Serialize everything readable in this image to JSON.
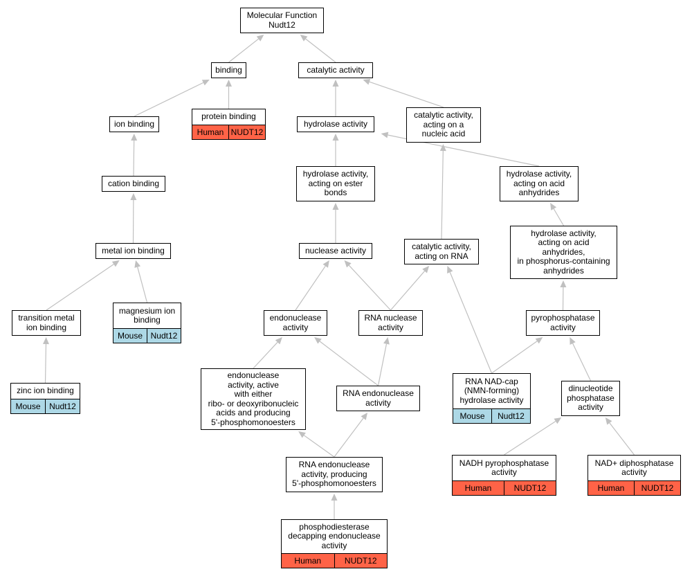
{
  "colors": {
    "human": "#ff6347",
    "mouse": "#add8e6",
    "edge": "#c0c0c0"
  },
  "nodes": {
    "root": {
      "label": "Molecular Function\nNudt12"
    },
    "binding": {
      "label": "binding"
    },
    "catalytic": {
      "label": "catalytic activity"
    },
    "ion_binding": {
      "label": "ion binding"
    },
    "protein_binding": {
      "label": "protein binding",
      "species": "Human",
      "gene": "NUDT12"
    },
    "hydrolase": {
      "label": "hydrolase activity"
    },
    "cat_nucleic": {
      "label": "catalytic activity,\nacting on a\nnucleic acid"
    },
    "cation_binding": {
      "label": "cation binding"
    },
    "hyd_ester": {
      "label": "hydrolase activity,\nacting on ester\nbonds"
    },
    "hyd_acid_anh": {
      "label": "hydrolase activity,\nacting on acid\nanhydrides"
    },
    "hyd_phos": {
      "label": "hydrolase activity,\nacting on acid\nanhydrides,\nin phosphorus-containing\nanhydrides"
    },
    "metal_ion": {
      "label": "metal ion binding"
    },
    "nuclease": {
      "label": "nuclease activity"
    },
    "cat_rna": {
      "label": "catalytic activity,\nacting on RNA"
    },
    "transition_metal": {
      "label": "transition metal\nion binding"
    },
    "magnesium": {
      "label": "magnesium ion\nbinding",
      "species": "Mouse",
      "gene": "Nudt12"
    },
    "endonuclease": {
      "label": "endonuclease\nactivity"
    },
    "rna_nuclease": {
      "label": "RNA nuclease\nactivity"
    },
    "pyrophosphatase": {
      "label": "pyrophosphatase\nactivity"
    },
    "zinc": {
      "label": "zinc ion binding",
      "species": "Mouse",
      "gene": "Nudt12"
    },
    "endo_either": {
      "label": "endonuclease\nactivity, active\nwith either\nribo- or deoxyribonucleic\nacids and producing\n5'-phosphomonoesters"
    },
    "rna_endo": {
      "label": "RNA endonuclease\nactivity"
    },
    "rna_nad_cap": {
      "label": "RNA NAD-cap\n(NMN-forming)\nhydrolase activity",
      "species": "Mouse",
      "gene": "Nudt12"
    },
    "dinucleotide": {
      "label": "dinucleotide\nphosphatase\nactivity"
    },
    "rna_endo_5p": {
      "label": "RNA endonuclease\nactivity, producing\n5'-phosphomonoesters"
    },
    "nadh_pyro": {
      "label": "NADH pyrophosphatase\nactivity",
      "species": "Human",
      "gene": "NUDT12"
    },
    "nad_diphos": {
      "label": "NAD+ diphosphatase\nactivity",
      "species": "Human",
      "gene": "NUDT12"
    },
    "pde_decap": {
      "label": "phosphodiesterase\ndecapping endonuclease\nactivity",
      "species": "Human",
      "gene": "NUDT12"
    }
  },
  "edges": [
    [
      "binding",
      "root"
    ],
    [
      "catalytic",
      "root"
    ],
    [
      "ion_binding",
      "binding"
    ],
    [
      "protein_binding",
      "binding"
    ],
    [
      "hydrolase",
      "catalytic"
    ],
    [
      "cat_nucleic",
      "catalytic"
    ],
    [
      "cation_binding",
      "ion_binding"
    ],
    [
      "metal_ion",
      "cation_binding"
    ],
    [
      "transition_metal",
      "metal_ion"
    ],
    [
      "magnesium",
      "metal_ion"
    ],
    [
      "zinc",
      "transition_metal"
    ],
    [
      "hyd_ester",
      "hydrolase"
    ],
    [
      "hyd_acid_anh",
      "hydrolase"
    ],
    [
      "nuclease",
      "hyd_ester"
    ],
    [
      "cat_rna",
      "cat_nucleic"
    ],
    [
      "hyd_phos",
      "hyd_acid_anh"
    ],
    [
      "pyrophosphatase",
      "hyd_phos"
    ],
    [
      "endonuclease",
      "nuclease"
    ],
    [
      "rna_nuclease",
      "nuclease"
    ],
    [
      "rna_nuclease",
      "cat_rna"
    ],
    [
      "rna_nad_cap",
      "cat_rna"
    ],
    [
      "rna_nad_cap",
      "pyrophosphatase"
    ],
    [
      "dinucleotide",
      "pyrophosphatase"
    ],
    [
      "endo_either",
      "endonuclease"
    ],
    [
      "rna_endo",
      "endonuclease"
    ],
    [
      "rna_endo",
      "rna_nuclease"
    ],
    [
      "rna_endo_5p",
      "endo_either"
    ],
    [
      "rna_endo_5p",
      "rna_endo"
    ],
    [
      "nadh_pyro",
      "dinucleotide"
    ],
    [
      "nad_diphos",
      "dinucleotide"
    ],
    [
      "pde_decap",
      "rna_endo_5p"
    ]
  ]
}
